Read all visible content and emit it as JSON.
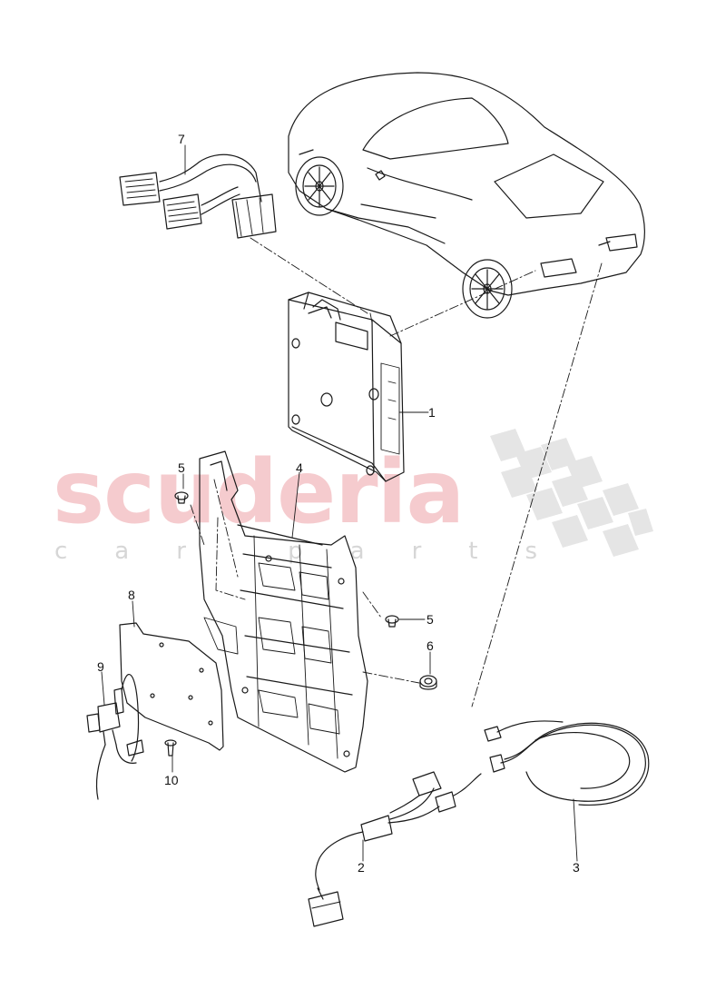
{
  "watermark": {
    "brand": "scuderia",
    "sub": "car parts"
  },
  "callouts": [
    {
      "id": "1",
      "label": "1"
    },
    {
      "id": "2",
      "label": "2"
    },
    {
      "id": "3",
      "label": "3"
    },
    {
      "id": "4",
      "label": "4"
    },
    {
      "id": "5a",
      "label": "5"
    },
    {
      "id": "5b",
      "label": "5"
    },
    {
      "id": "6",
      "label": "6"
    },
    {
      "id": "7",
      "label": "7"
    },
    {
      "id": "8",
      "label": "8"
    },
    {
      "id": "9",
      "label": "9"
    },
    {
      "id": "10",
      "label": "10"
    }
  ],
  "colors": {
    "line": "#1a1a1a",
    "watermark_red": "#eca0a5",
    "watermark_grey": "#c8c8c8"
  }
}
